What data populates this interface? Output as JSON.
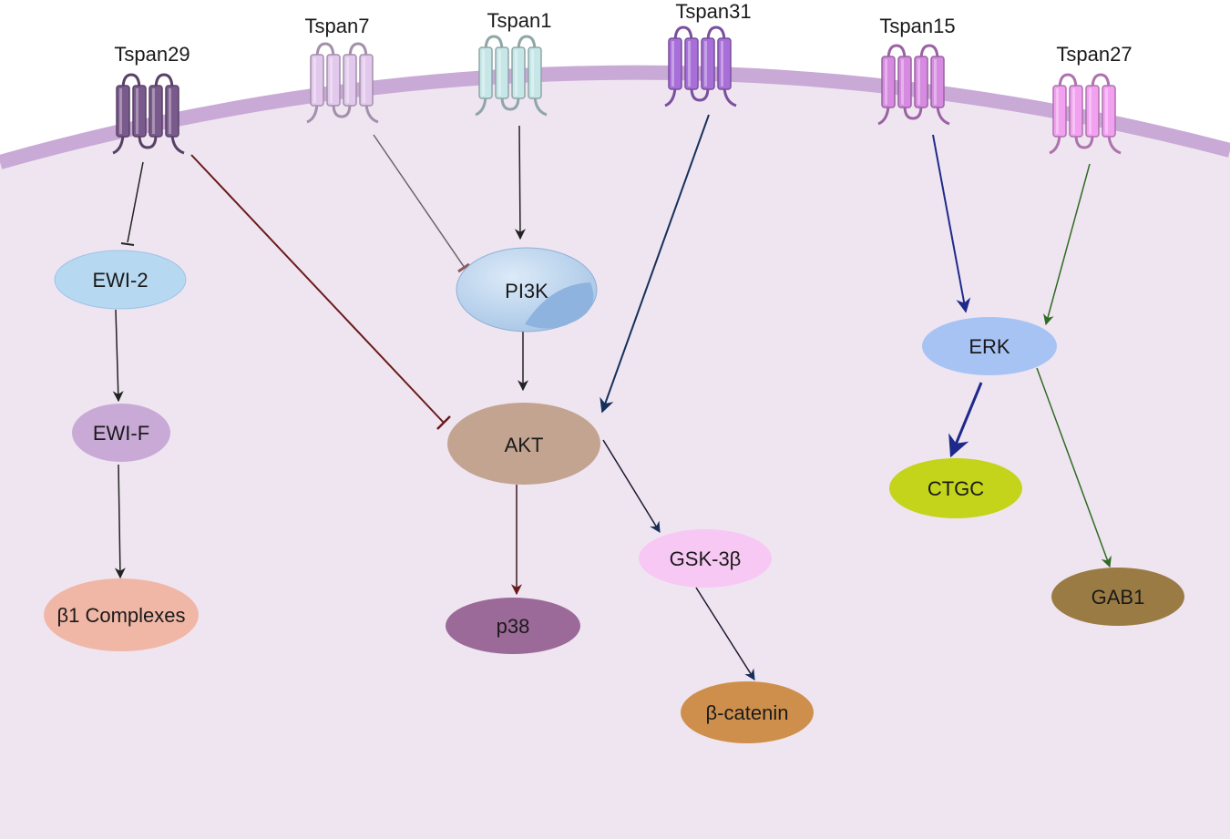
{
  "receptors": [
    {
      "id": "tspan29",
      "label": "Tspan29",
      "color": "#7a5a8c"
    },
    {
      "id": "tspan7",
      "label": "Tspan7",
      "color": "#e2c8ec"
    },
    {
      "id": "tspan1",
      "label": "Tspan1",
      "color": "#c6e6e8"
    },
    {
      "id": "tspan31",
      "label": "Tspan31",
      "color": "#a86fd8"
    },
    {
      "id": "tspan15",
      "label": "Tspan15",
      "color": "#d68ae0"
    },
    {
      "id": "tspan27",
      "label": "Tspan27",
      "color": "#f2a0f0"
    }
  ],
  "nodes": [
    {
      "id": "ewi2",
      "label": "EWI-2",
      "color": "#b7d8f1"
    },
    {
      "id": "ewif",
      "label": "EWI-F",
      "color": "#c9aad6"
    },
    {
      "id": "b1",
      "label": "β1 Complexes",
      "color": "#f0b7a6"
    },
    {
      "id": "pi3k",
      "label": "PI3K",
      "color": "#b9d3ee"
    },
    {
      "id": "akt",
      "label": "AKT",
      "color": "#c3a491"
    },
    {
      "id": "p38",
      "label": "p38",
      "color": "#9b6a98"
    },
    {
      "id": "gsk",
      "label": "GSK-3β",
      "color": "#f7c8f4"
    },
    {
      "id": "bcat",
      "label": "β-catenin",
      "color": "#cf8f4c"
    },
    {
      "id": "erk",
      "label": "ERK",
      "color": "#a7c3f4"
    },
    {
      "id": "ctgc",
      "label": "CTGC",
      "color": "#c4d41a"
    },
    {
      "id": "gab1",
      "label": "GAB1",
      "color": "#9b7b44"
    }
  ],
  "colors": {
    "cytoplasm": "#efe5f1",
    "membrane": "#c9a9d6"
  }
}
